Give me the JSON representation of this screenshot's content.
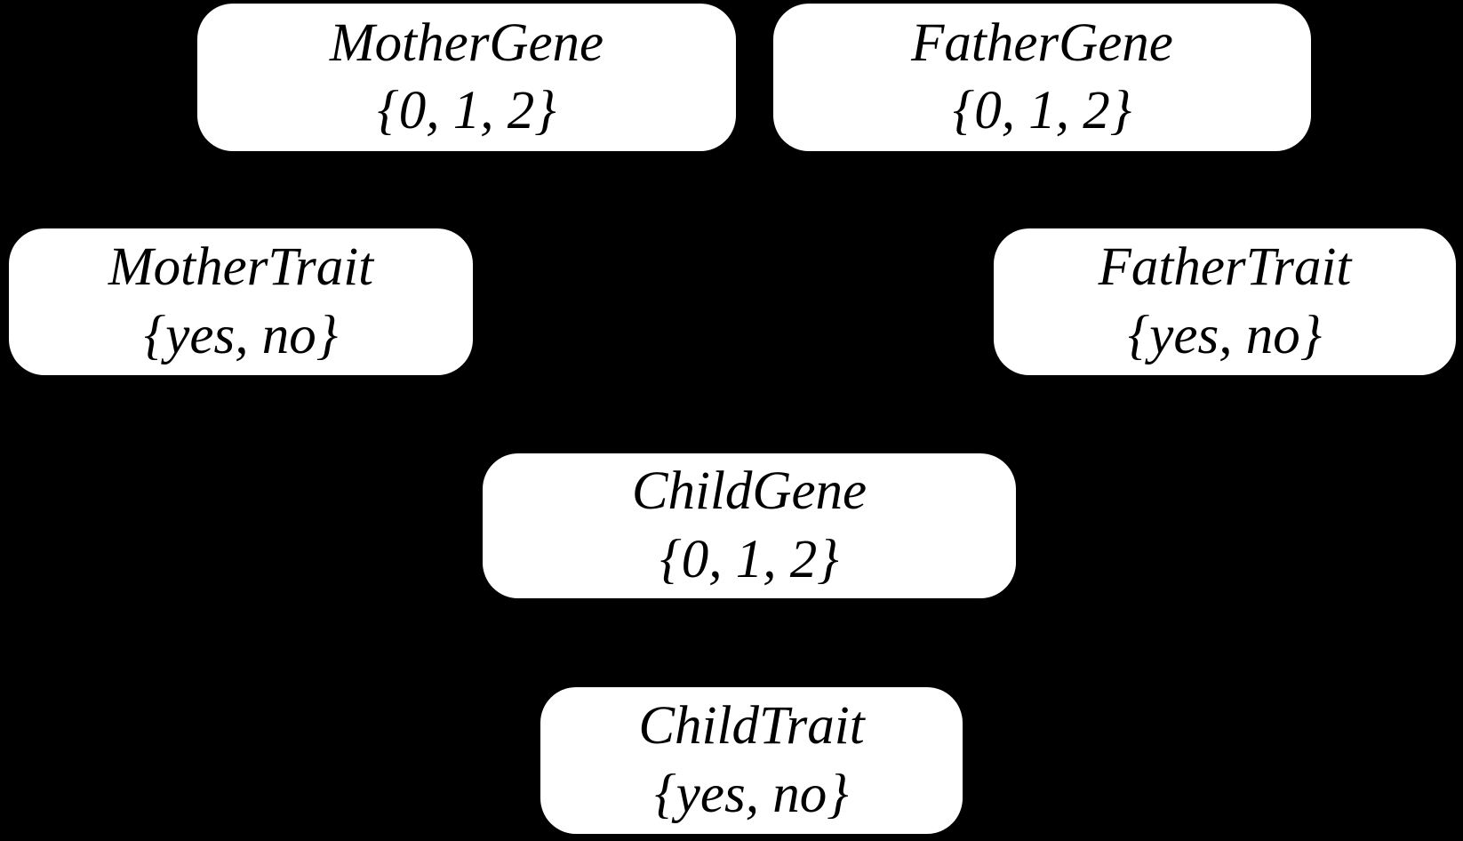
{
  "diagram": {
    "type": "bayesian-network",
    "colors": {
      "background": "#000000",
      "node_fill": "#ffffff",
      "node_text": "#000000"
    },
    "nodes": [
      {
        "id": "mother-gene",
        "name": "MotherGene",
        "domain": "{0, 1, 2}"
      },
      {
        "id": "father-gene",
        "name": "FatherGene",
        "domain": "{0, 1, 2}"
      },
      {
        "id": "mother-trait",
        "name": "MotherTrait",
        "domain": "{yes, no}"
      },
      {
        "id": "father-trait",
        "name": "FatherTrait",
        "domain": "{yes, no}"
      },
      {
        "id": "child-gene",
        "name": "ChildGene",
        "domain": "{0, 1, 2}"
      },
      {
        "id": "child-trait",
        "name": "ChildTrait",
        "domain": "{yes, no}"
      }
    ]
  }
}
